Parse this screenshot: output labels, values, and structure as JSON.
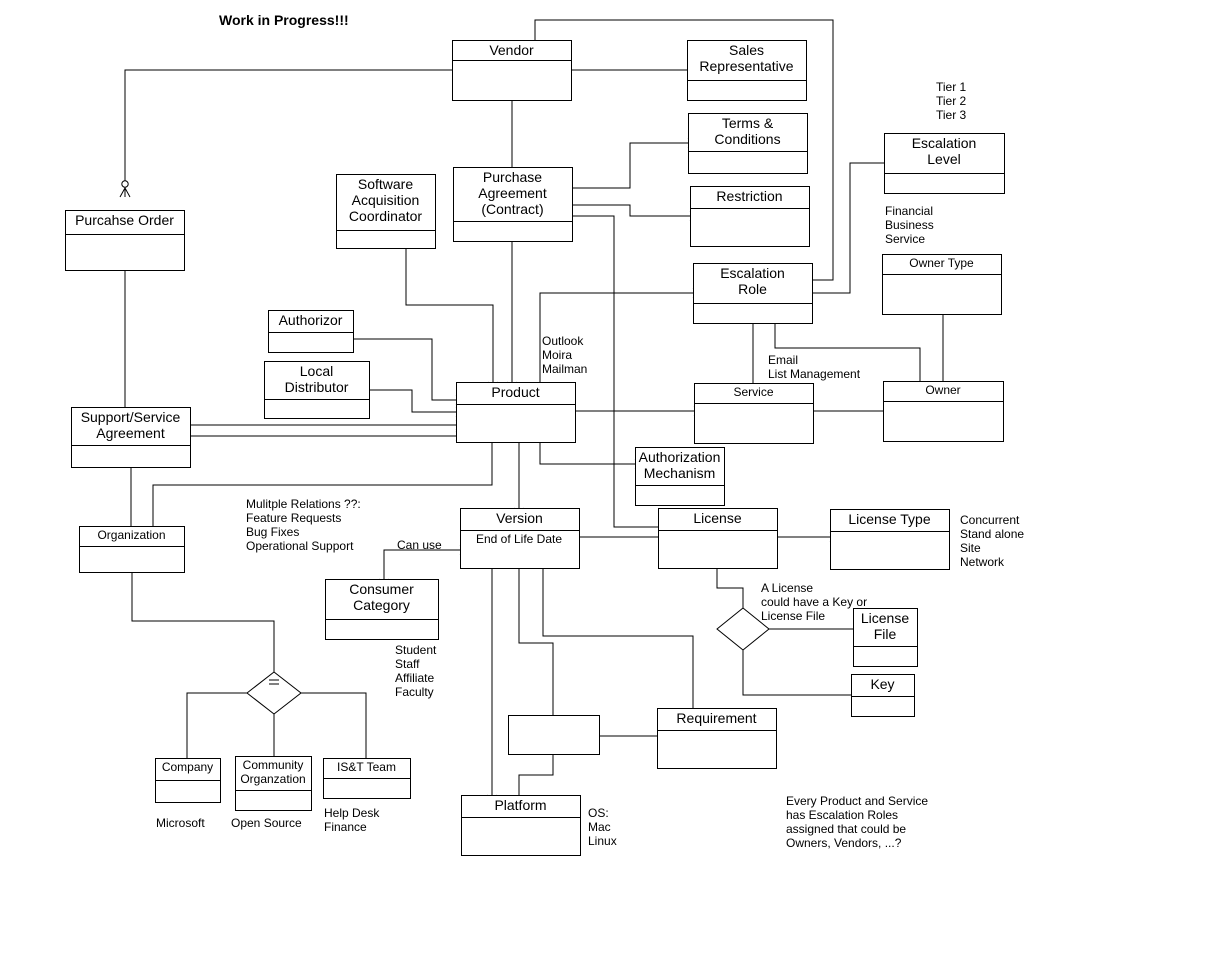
{
  "title": "Work in Progress!!!",
  "entities": {
    "vendor": [
      "Vendor"
    ],
    "sales_rep": [
      "Sales",
      "Representative"
    ],
    "terms": [
      "Terms &",
      "Conditions"
    ],
    "escalation_level": [
      "Escalation",
      "Level"
    ],
    "restriction": [
      "Restriction"
    ],
    "purchase_agreement": [
      "Purchase",
      "Agreement",
      "(Contract)"
    ],
    "software_acq": [
      "Software",
      "Acquisition",
      "Coordinator"
    ],
    "purchase_order": [
      "Purcahse Order"
    ],
    "escalation_role": [
      "Escalation",
      "Role"
    ],
    "owner_type": [
      "Owner Type"
    ],
    "authorizor": [
      "Authorizor"
    ],
    "local_distributor": [
      "Local",
      "Distributor"
    ],
    "product": [
      "Product"
    ],
    "service": [
      "Service"
    ],
    "owner": [
      "Owner"
    ],
    "support_agreement": [
      "Support/Service",
      "Agreement"
    ],
    "authorization_mechanism": [
      "Authorization",
      "Mechanism"
    ],
    "organization": [
      "Organization"
    ],
    "version": [
      "Version"
    ],
    "version_attr": [
      "End of Life Date"
    ],
    "license": [
      "License"
    ],
    "license_type": [
      "License Type"
    ],
    "consumer_category": [
      "Consumer",
      "Category"
    ],
    "license_file": [
      "License",
      "File"
    ],
    "key": [
      "Key"
    ],
    "requirement": [
      "Requirement"
    ],
    "unnamed_entity": [],
    "company": [
      "Company"
    ],
    "community_org": [
      "Community",
      "Organzation"
    ],
    "ist_team": [
      "IS&T Team"
    ],
    "platform": [
      "Platform"
    ]
  },
  "notes": {
    "tiers": [
      "Tier 1",
      "Tier 2",
      "Tier 3"
    ],
    "escalation_types": [
      "Financial",
      "Business",
      "Service"
    ],
    "product_examples": [
      "Outlook",
      "Moira",
      "Mailman"
    ],
    "service_examples": [
      "Email",
      "List Management"
    ],
    "multiple_relations": [
      "Mulitple Relations ??:",
      "Feature Requests",
      "Bug Fixes",
      "Operational Support"
    ],
    "can_use": [
      "Can use"
    ],
    "license_types": [
      "Concurrent",
      "Stand alone",
      "Site",
      "Network"
    ],
    "license_key_note": [
      "A License",
      "could have a Key or",
      "License File"
    ],
    "consumer_categories": [
      "Student",
      "Staff",
      "Affiliate",
      "Faculty"
    ],
    "company_example": [
      "Microsoft"
    ],
    "community_example": [
      "Open Source"
    ],
    "ist_examples": [
      "Help Desk",
      "Finance"
    ],
    "os_list": [
      "OS:",
      "Mac",
      "Linux"
    ],
    "escalation_note": [
      "Every Product and Service",
      "has Escalation Roles",
      "assigned that could be",
      "Owners, Vendors, ...?"
    ]
  }
}
